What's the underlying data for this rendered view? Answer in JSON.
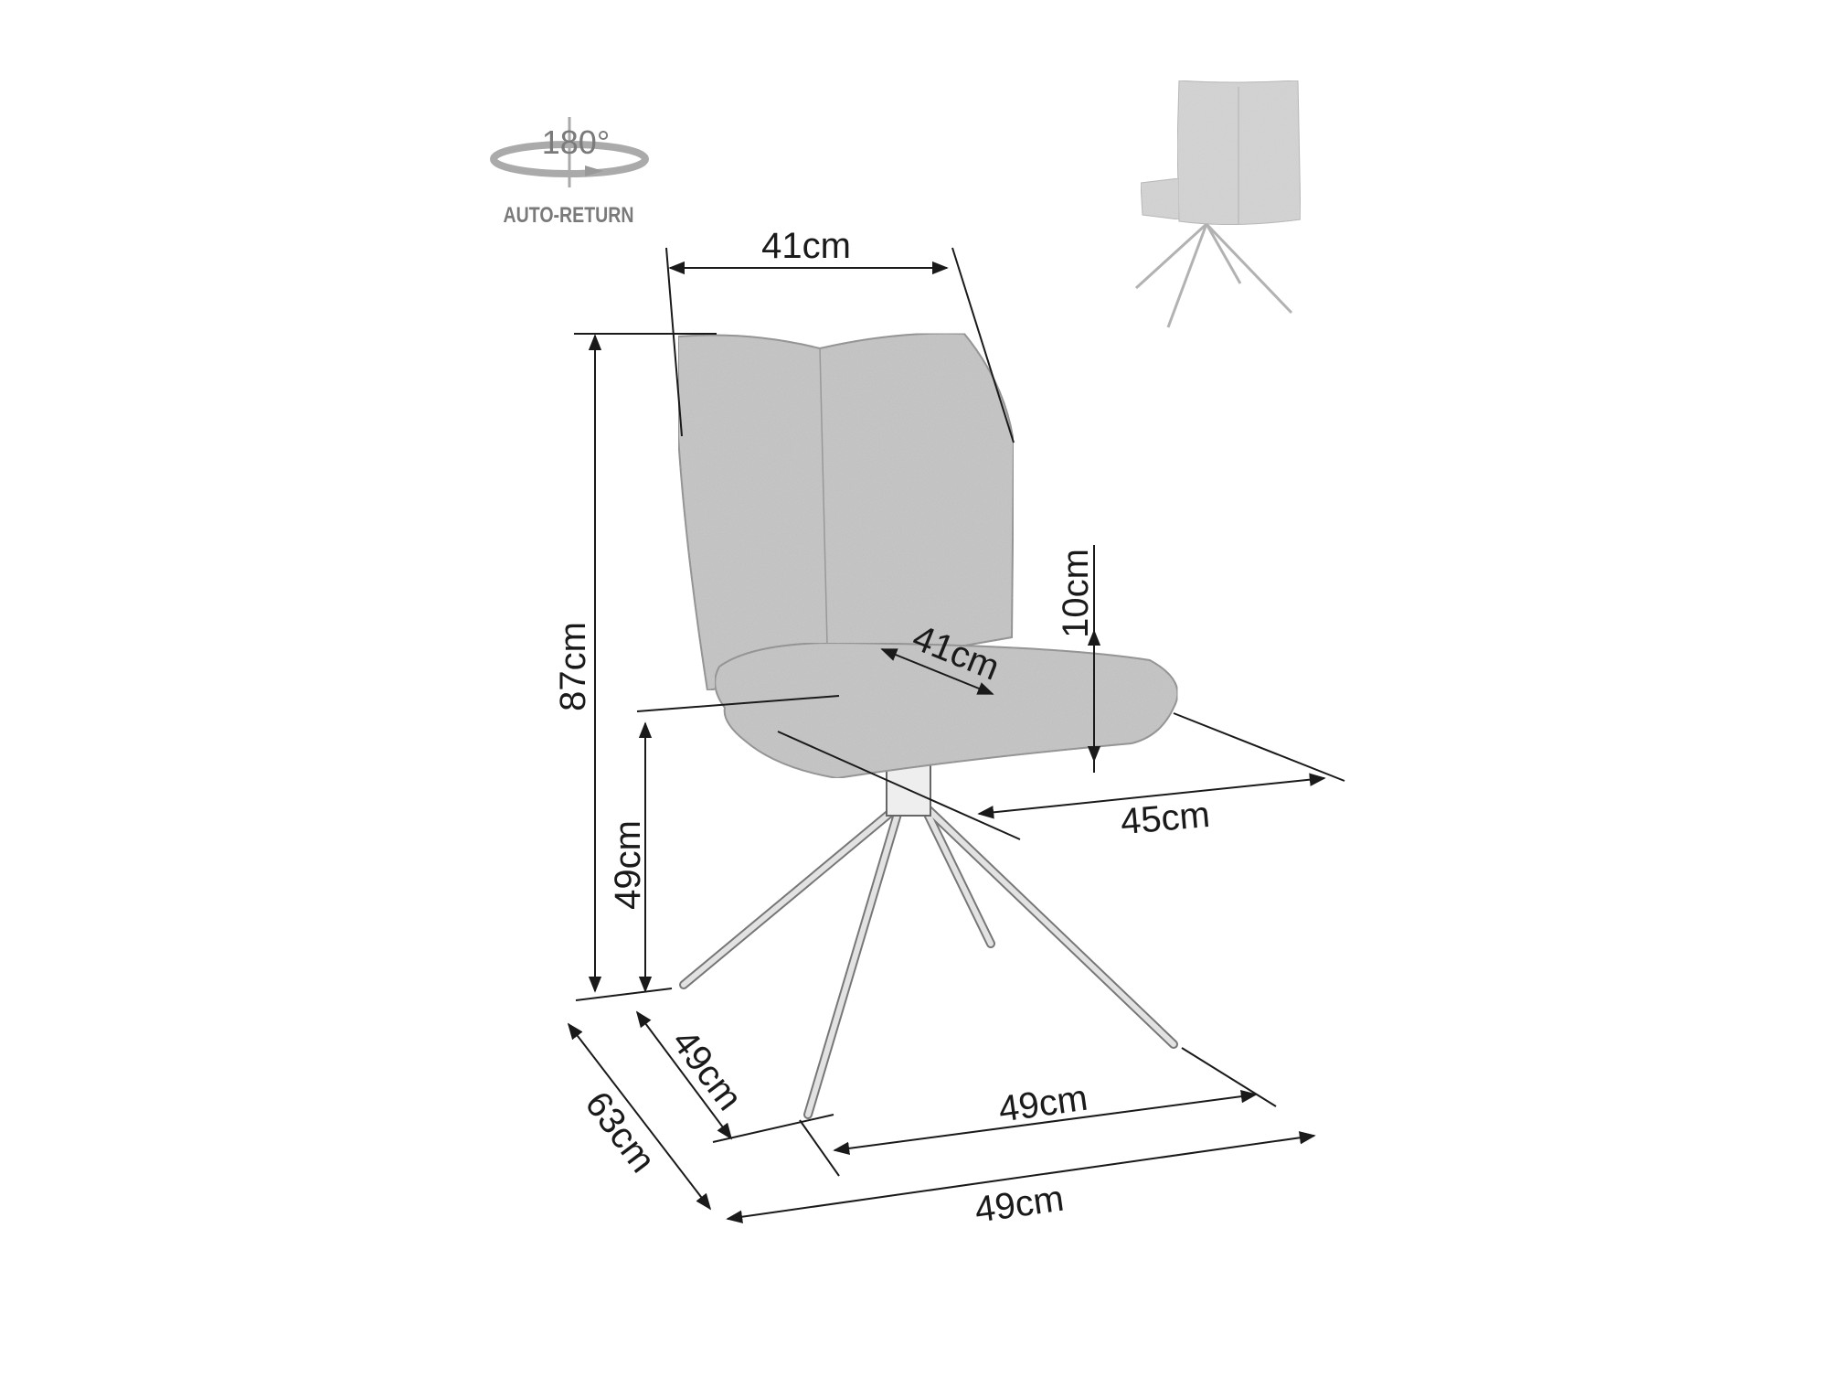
{
  "rotation_badge": {
    "angle_label": "180°",
    "caption": "AUTO-RETURN"
  },
  "dimensions": {
    "backrest_width": "41cm",
    "total_height": "87cm",
    "seat_height": "49cm",
    "backrest_above_seat": "10cm",
    "seat_width": "41cm",
    "seat_depth": "45cm",
    "total_depth": "63cm",
    "base_depth": "49cm",
    "base_width": "49cm",
    "total_width": "49cm"
  },
  "colors": {
    "fabric": "#c9c9c9",
    "line": "#1a1a1a",
    "badge": "#8a8a8a"
  }
}
